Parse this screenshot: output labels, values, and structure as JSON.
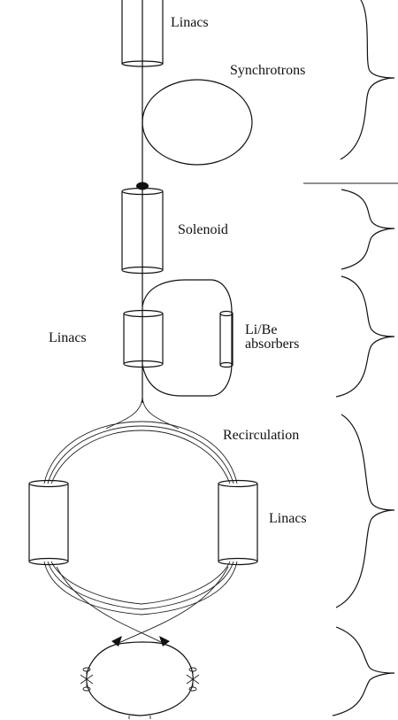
{
  "labels": {
    "linacs_top": "Linacs",
    "synchrotrons": "Synchrotrons",
    "solenoid": "Solenoid",
    "linacs_middle": "Linacs",
    "absorbers_line1": "Li/Be",
    "absorbers_line2": "absorbers",
    "recirculation": "Recirculation",
    "linacs_bottom": "Linacs"
  }
}
